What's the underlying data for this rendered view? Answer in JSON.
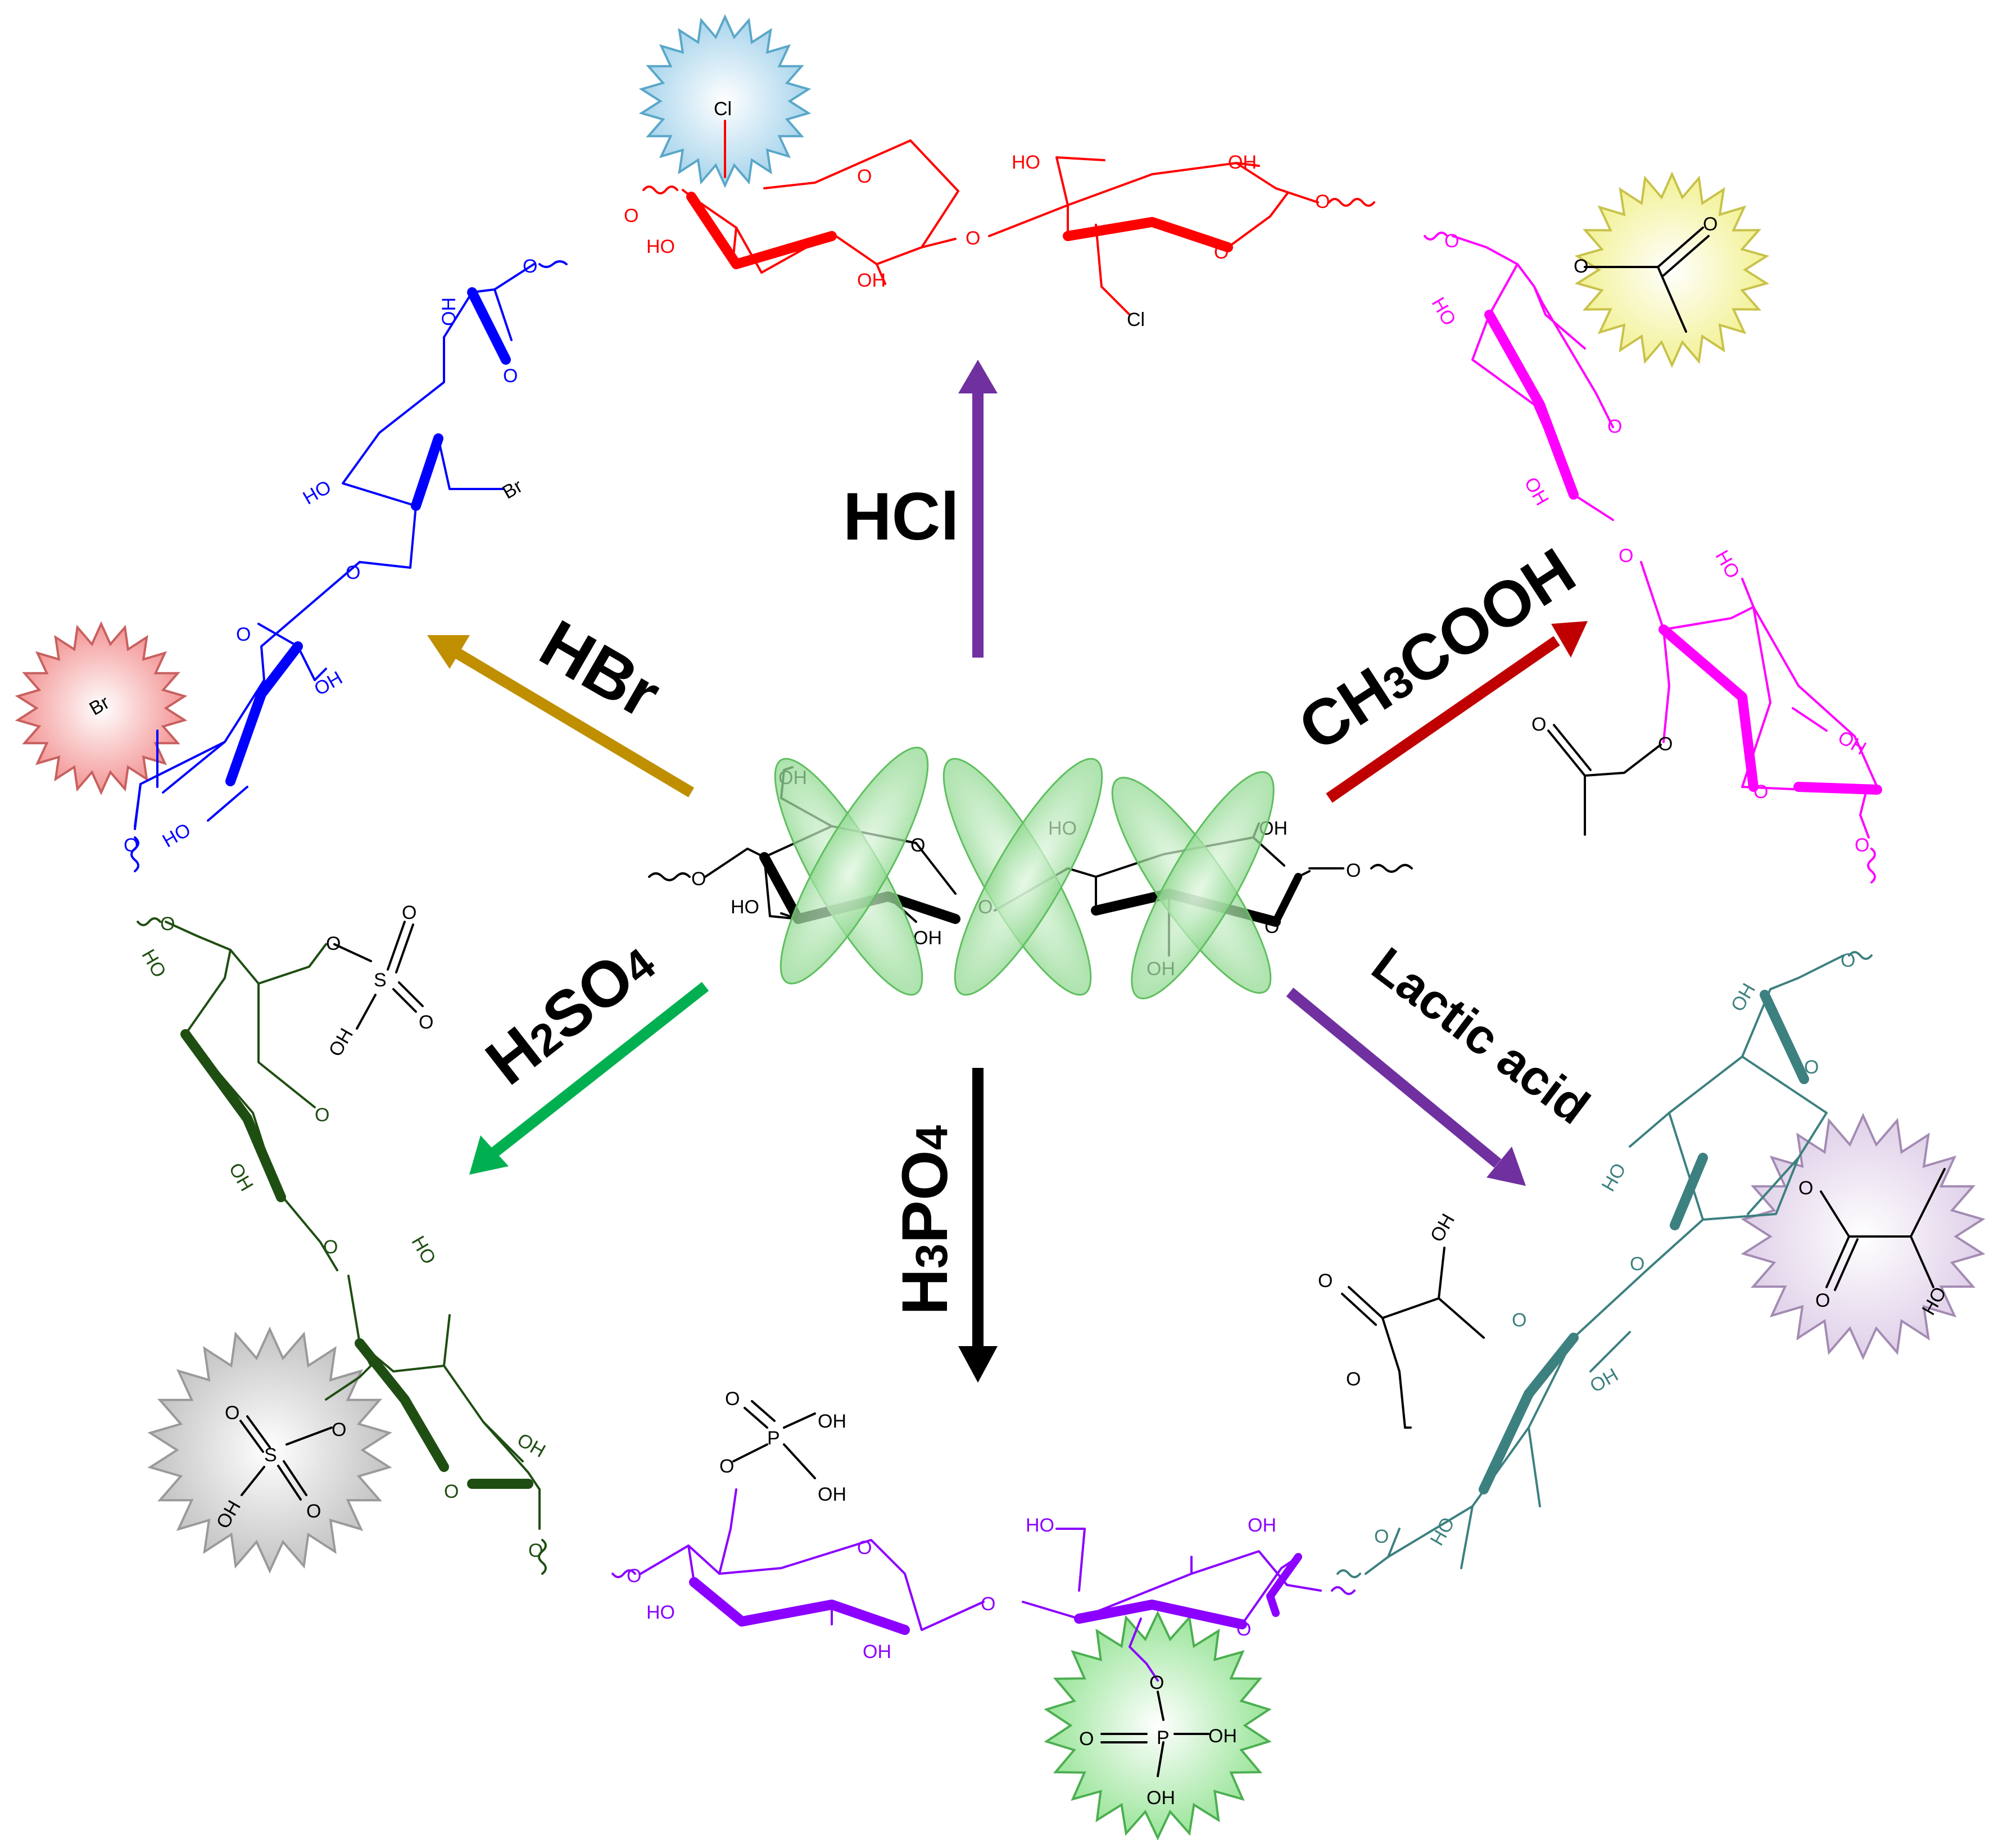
{
  "diagram": {
    "reagents": {
      "hcl": "HCl",
      "hbr": "HBr",
      "ch3cooh": {
        "a": "CH",
        "sub": "3",
        "b": "COOH"
      },
      "h2so4": {
        "a": "H",
        "sub": "2",
        "b": "SO",
        "sub2": "4"
      },
      "h3po4": {
        "a": "H",
        "sub": "3",
        "b": "PO",
        "sub2": "4"
      },
      "lactic": "Lactic acid"
    },
    "atoms": {
      "o": "O",
      "oh": "OH",
      "ho": "HO",
      "cl": "Cl",
      "br": "Br",
      "s": "S",
      "p": "P"
    },
    "colors": {
      "hcl_arrow": "#7030a0",
      "hbr_arrow": "#bf8f00",
      "ch3cooh_arrow": "#c00000",
      "h2so4_arrow": "#00b050",
      "h3po4_arrow": "#000000",
      "lactic_arrow": "#7030a0",
      "chlorinated_unit": "#ff0000",
      "brominated_unit": "#0000ff",
      "acetylated_unit": "#ff00ff",
      "sulfated_unit": "#1f4e12",
      "phosphorylated_unit": "#8b00ff",
      "lactylated_unit": "#3d8080",
      "cellulose_core": "#000000",
      "crystal_ellipses": "#8fd88f"
    },
    "icons": [
      "starburst-icon-cl",
      "starburst-icon-acetyl",
      "starburst-icon-br",
      "starburst-icon-sulfate",
      "starburst-icon-phosphate",
      "starburst-icon-lactate"
    ]
  }
}
